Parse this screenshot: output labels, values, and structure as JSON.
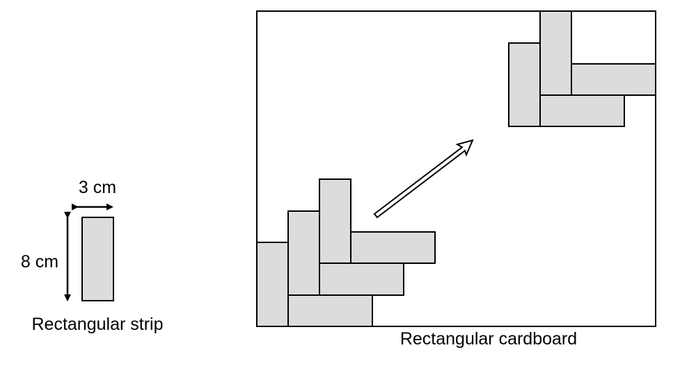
{
  "strip": {
    "width_label": "3 cm",
    "height_label": "8 cm",
    "caption": "Rectangular strip",
    "width_cm": 3,
    "height_cm": 8
  },
  "cardboard": {
    "caption": "Rectangular cardboard"
  },
  "colors": {
    "strip_fill": "#dcdcdc",
    "outline": "#000000",
    "background": "#ffffff"
  }
}
